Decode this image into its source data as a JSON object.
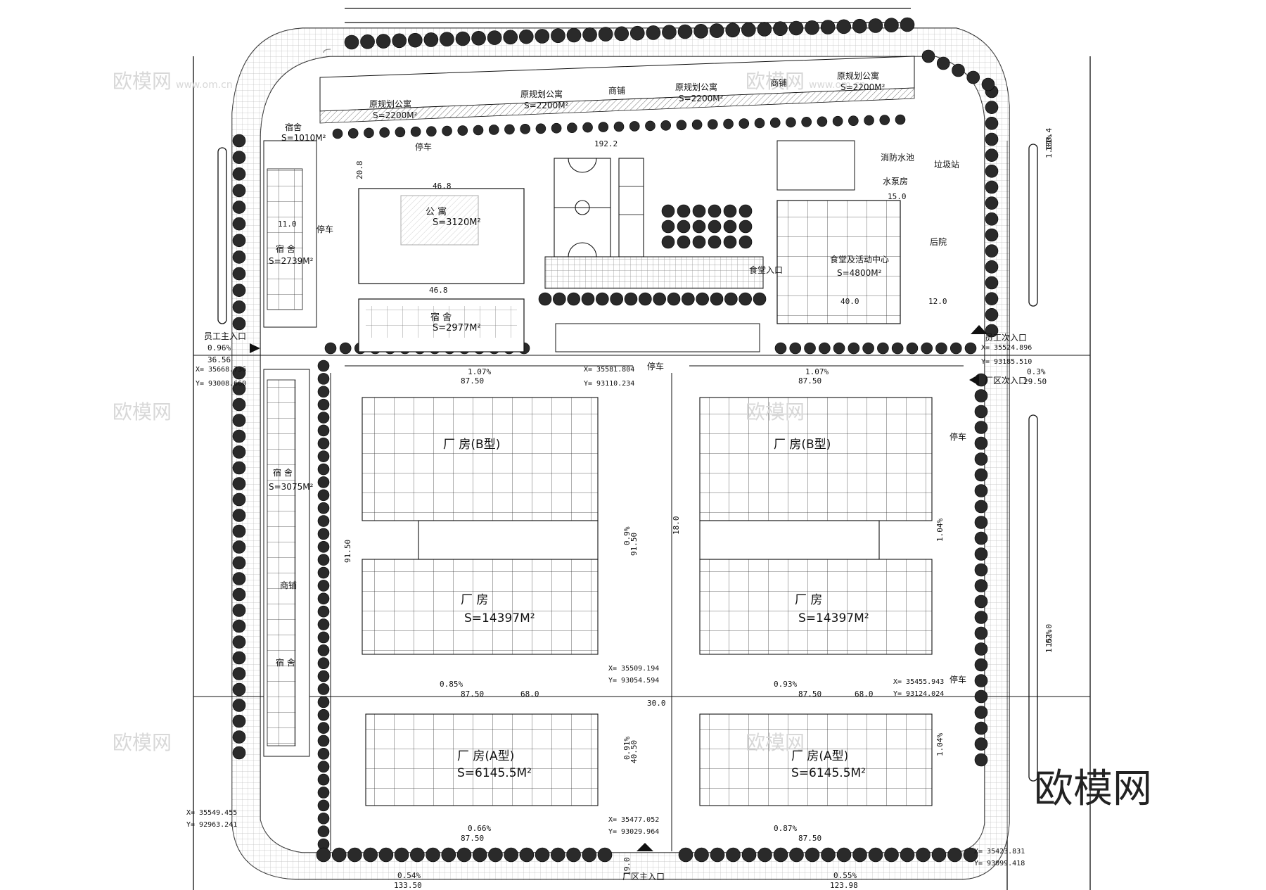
{
  "brand": {
    "watermark": "欧模网",
    "watermark_site": "www.om.cn"
  },
  "apartments": [
    {
      "label": "原规划公寓",
      "area": "S=2200M²"
    },
    {
      "label": "原规划公寓",
      "area": "S=2200M²"
    },
    {
      "label": "原规划公寓",
      "area": "S=2200M²"
    },
    {
      "label": "原规划公寓",
      "area": "S=2200M²"
    }
  ],
  "shops_top": [
    "商铺",
    "商铺"
  ],
  "apartment_center": {
    "label": "公  寓",
    "area": "S=3120M²"
  },
  "dorm_center": {
    "label": "宿  舍",
    "area": "S=2977M²"
  },
  "dorms_west": [
    {
      "label": "宿舍",
      "area": "S=1010M²"
    },
    {
      "label": "宿  舍",
      "area": "S=2739M²"
    },
    {
      "label": "宿  舍",
      "area": "S=3075M²"
    },
    {
      "label": "商铺",
      "area": ""
    },
    {
      "label": "宿  舍",
      "area": ""
    }
  ],
  "canteen": {
    "label": "食堂及活动中心",
    "area": "S=4800M²"
  },
  "fire_pool": "消防水池",
  "pump_room": "水泵房",
  "garbage": "垃圾站",
  "backyard": "后院",
  "canteen_entrance": "食堂入口",
  "factories": [
    {
      "label": "厂    房(B型)",
      "area": ""
    },
    {
      "label": "厂    房(B型)",
      "area": ""
    },
    {
      "label": "厂        房",
      "area": "S=14397M²"
    },
    {
      "label": "厂        房",
      "area": "S=14397M²"
    },
    {
      "label": "厂    房(A型)",
      "area": "S=6145.5M²"
    },
    {
      "label": "厂    房(A型)",
      "area": "S=6145.5M²"
    }
  ],
  "entrances": {
    "staff_main": "员工主入口",
    "staff_secondary": "员工次入口",
    "factory_secondary": "厂区次入口",
    "factory_main": "厂区主入口"
  },
  "parking": "停车",
  "dimensions": {
    "d_87_50": "87.50",
    "d_91_50": "91.50",
    "d_40_50": "40.50",
    "d_30_0": "30.0",
    "d_18_0": "18.0",
    "d_68_0": "68.0",
    "d_40_0": "40.0",
    "d_12_0": "12.0",
    "d_133_50": "133.50",
    "d_123_98": "123.98",
    "d_130_4": "130.4",
    "d_151_0": "151.0",
    "d_192": "192.2",
    "d_36_56": "36.56",
    "d_29_50": "29.50",
    "d_11_0": "11.0",
    "d_15_0": "15.0",
    "d_19_0": "19.0",
    "d_46_8": "46.8",
    "d_20_8": "20.8"
  },
  "slopes": [
    "1.07%",
    "1.07%",
    "0.85%",
    "0.93%",
    "0.66%",
    "0.87%",
    "0.96%",
    "0.3%",
    "0.54%",
    "0.55%",
    "1.01%",
    "1.02%",
    "0.9%",
    "0.91%",
    "1.04%",
    "1.04%"
  ],
  "coords": {
    "c1": "X= 35668.736",
    "c1y": "Y= 93008.660",
    "c2": "X= 35581.804",
    "c2y": "Y= 93110.234",
    "c3": "X= 35524.896",
    "c3y": "Y= 93185.510",
    "c4": "X= 35549.455",
    "c4y": "Y= 92963.241",
    "c5": "X= 35423.831",
    "c5y": "Y= 93099.418",
    "c6": "X= 35509.194",
    "c6y": "Y= 93054.594",
    "c7": "X= 35477.052",
    "c7y": "Y= 93029.964",
    "c8": "X= 35455.943",
    "c8y": "Y= 93124.024"
  },
  "colors": {
    "line": "#111111",
    "tree": "#1a1a1a",
    "paving": "#9a9a9a",
    "watermark": "#d8d8d8"
  }
}
